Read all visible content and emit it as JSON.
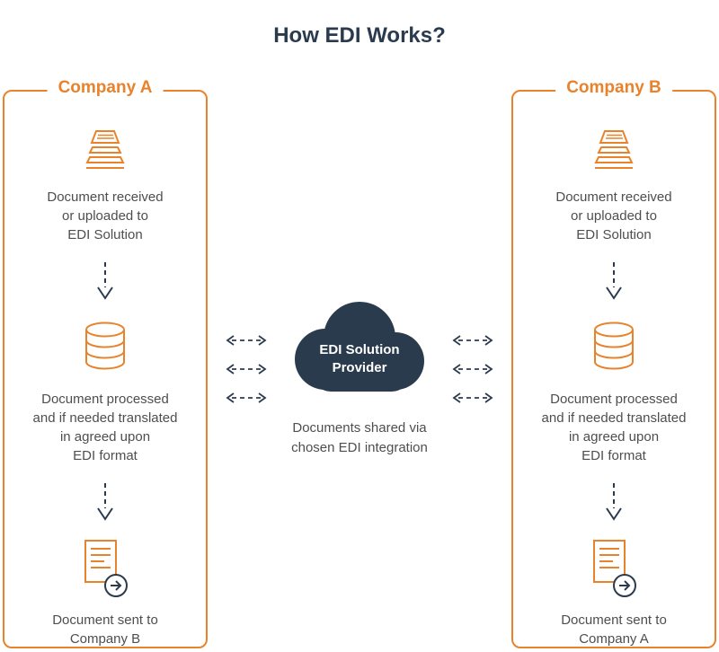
{
  "title": "How EDI Works?",
  "colors": {
    "accent_orange": "#E8832C",
    "navy": "#2B3B4E",
    "text_gray": "#4E4E4E",
    "background": "#FFFFFF"
  },
  "company_a": {
    "label": "Company A",
    "step1": "Document received\nor uploaded to\nEDI Solution",
    "step2": "Document processed\nand if needed translated\nin agreed upon\nEDI format",
    "step3": "Document sent to\nCompany B"
  },
  "company_b": {
    "label": "Company B",
    "step1": "Document received\nor uploaded to\nEDI Solution",
    "step2": "Document processed\nand if needed translated\nin agreed upon\nEDI format",
    "step3": "Document sent to\nCompany A"
  },
  "center": {
    "cloud_label": "EDI Solution\nProvider",
    "caption": "Documents shared via\nchosen EDI integration"
  },
  "icons": {
    "stack": "document-stack-icon",
    "database": "database-icon",
    "sent": "document-sent-icon",
    "down_arrow": "down-arrow-icon",
    "bi_arrow": "bidirectional-arrow-icon",
    "cloud": "cloud-icon"
  }
}
